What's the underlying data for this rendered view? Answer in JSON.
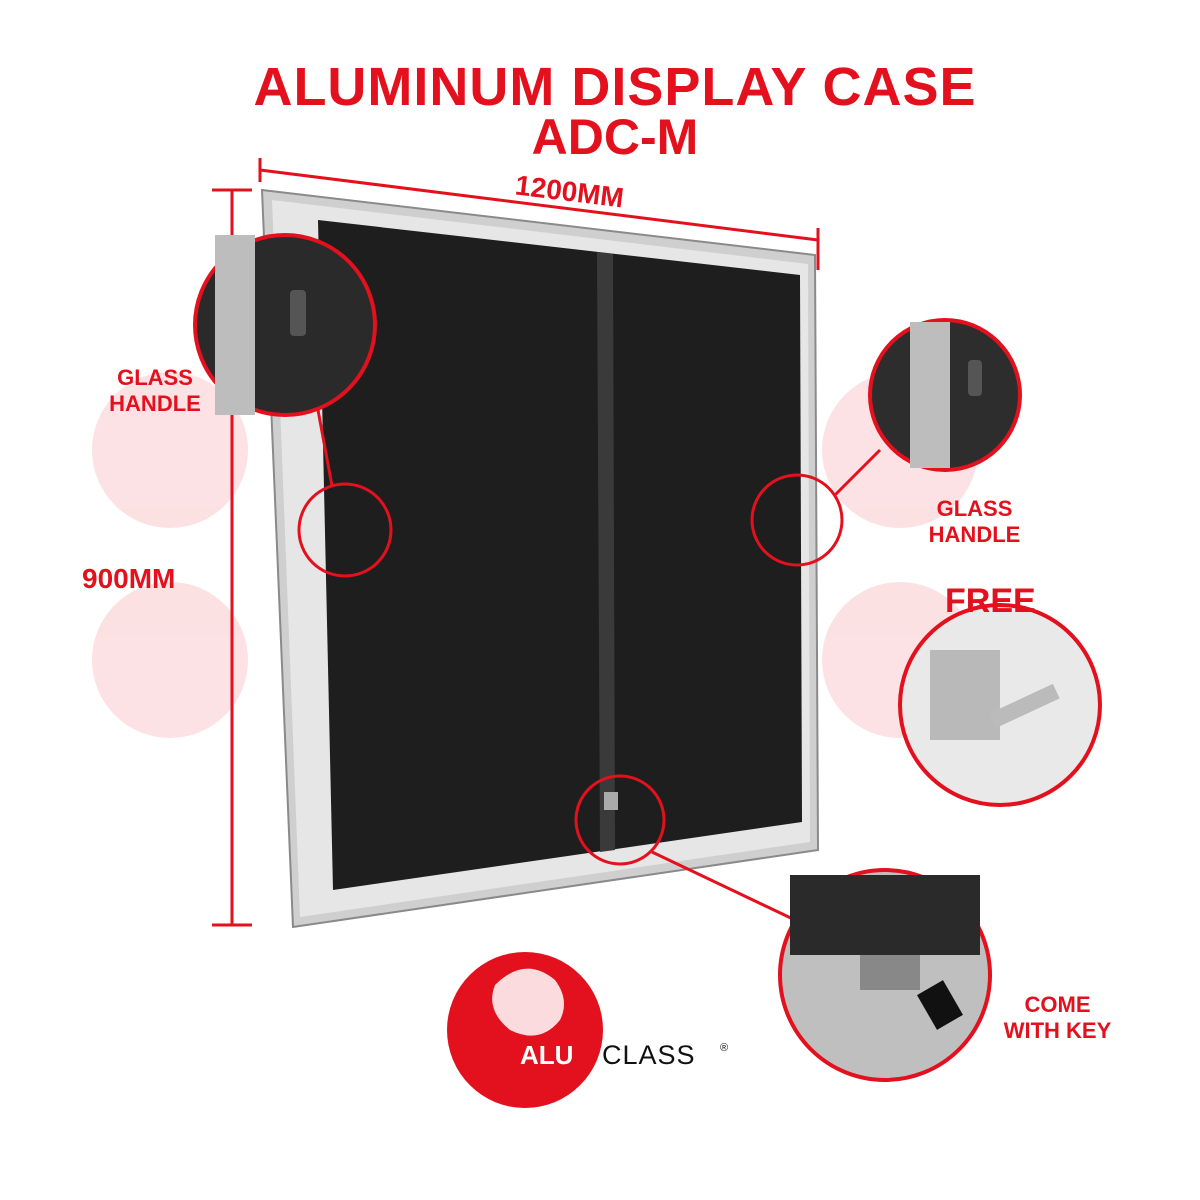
{
  "title": {
    "line1": "ALUMINUM DISPLAY CASE",
    "line2": "ADC-M"
  },
  "dimensions": {
    "width": "1200MM",
    "height": "900MM"
  },
  "callouts": {
    "glass_handle_left": [
      "GLASS",
      "HANDLE"
    ],
    "glass_handle_right": [
      "GLASS",
      "HANDLE"
    ],
    "free": "FREE",
    "key": [
      "COME",
      "WITH KEY"
    ]
  },
  "logo": {
    "alu": "ALU",
    "class": "CLASS",
    "registered": "®"
  },
  "colors": {
    "accent": "#e3101e",
    "panel": "#1e1e1e",
    "frame": "#c8c8c8"
  }
}
